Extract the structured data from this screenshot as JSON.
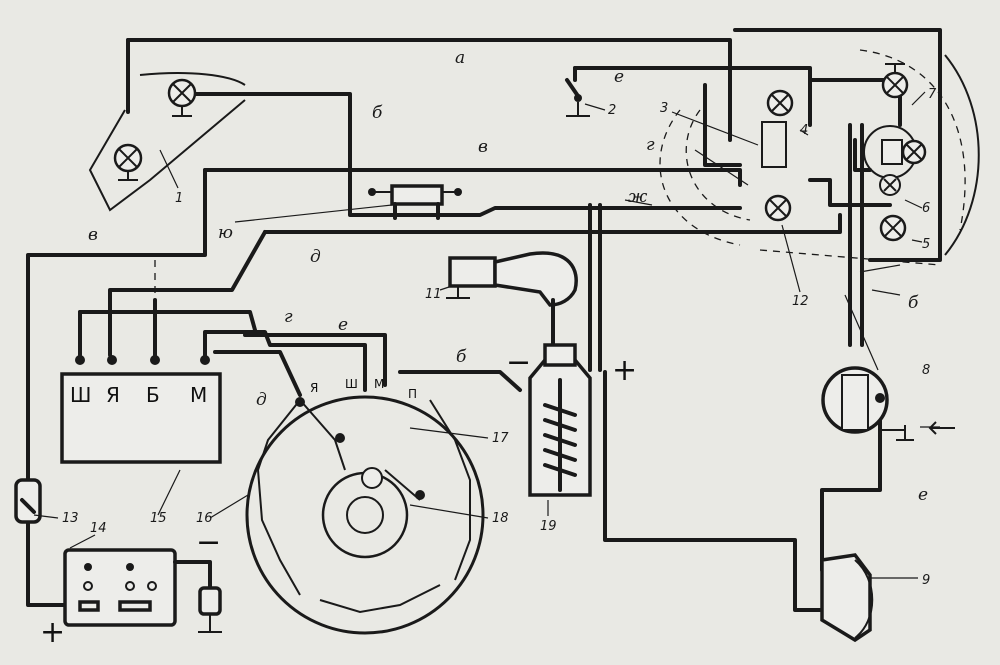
{
  "wire_labels": {
    "a": "а",
    "b": "б",
    "v": "в",
    "g": "г",
    "d": "д",
    "e": "е",
    "zh": "ж",
    "yu": "ю"
  },
  "callouts": [
    "1",
    "2",
    "3",
    "4",
    "5",
    "6",
    "7",
    "8",
    "9",
    "11",
    "12",
    "13",
    "14",
    "15",
    "16",
    "17",
    "18",
    "19"
  ],
  "battery_terminals": [
    "Ш",
    "Я",
    "Б",
    "М"
  ],
  "generator_terminals": [
    "Я",
    "Ш",
    "М",
    "П"
  ],
  "polarity": {
    "plus": "+",
    "minus": "−"
  }
}
